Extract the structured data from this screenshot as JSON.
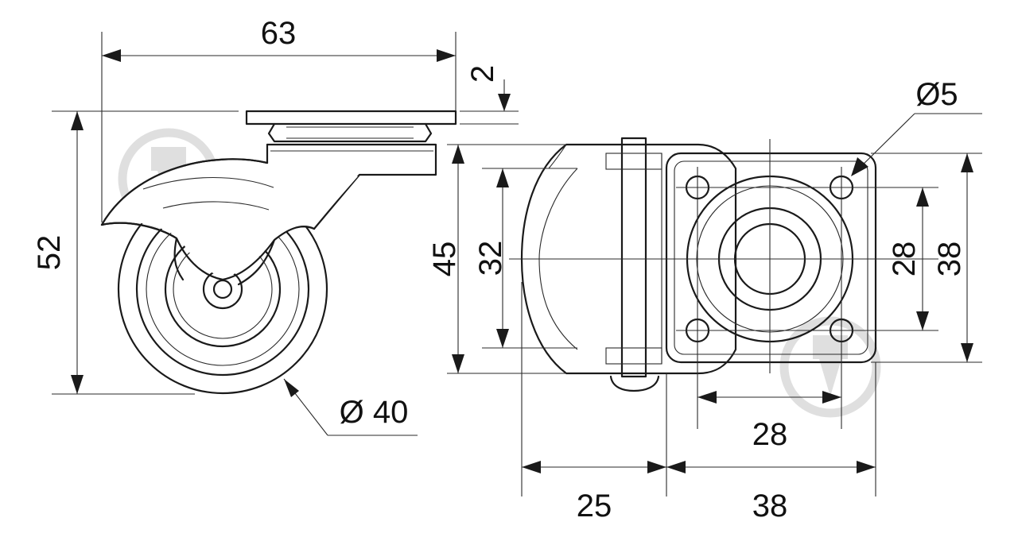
{
  "dimensions": {
    "plate_width": "63",
    "plate_thickness": "2",
    "total_height": "52",
    "wheel_diameter": "Ø 40",
    "hole_diameter": "Ø5",
    "body_height": "45",
    "inner_height": "32",
    "hole_spacing_vertical": "28",
    "plate_height": "38",
    "hole_spacing_horizontal": "28",
    "offset_width": "25",
    "plate_length": "38"
  },
  "colors": {
    "line": "#1a1a1a",
    "watermark": "#d9d9d9",
    "background": "#ffffff"
  },
  "watermark_icon": "watermark-logo-icon"
}
